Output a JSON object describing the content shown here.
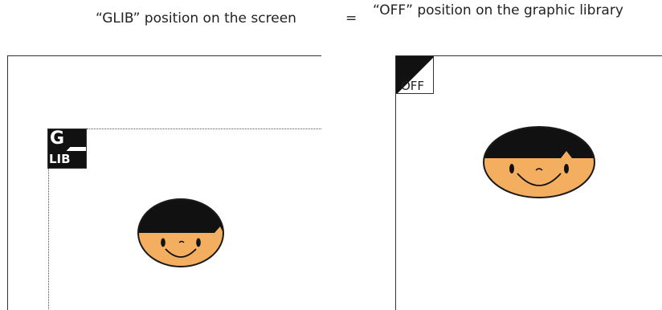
{
  "captions": {
    "left": "“GLIB” position on the screen",
    "equals": "=",
    "right": "“OFF” position on the graphic library"
  },
  "glib_icon": {
    "line1": "G",
    "line2": "LIB"
  },
  "off_icon": {
    "label": "OFF"
  },
  "colors": {
    "hair": "#111111",
    "skin": "#F4AE5F",
    "outline": "#1a1a1a",
    "frame": "#333333"
  }
}
